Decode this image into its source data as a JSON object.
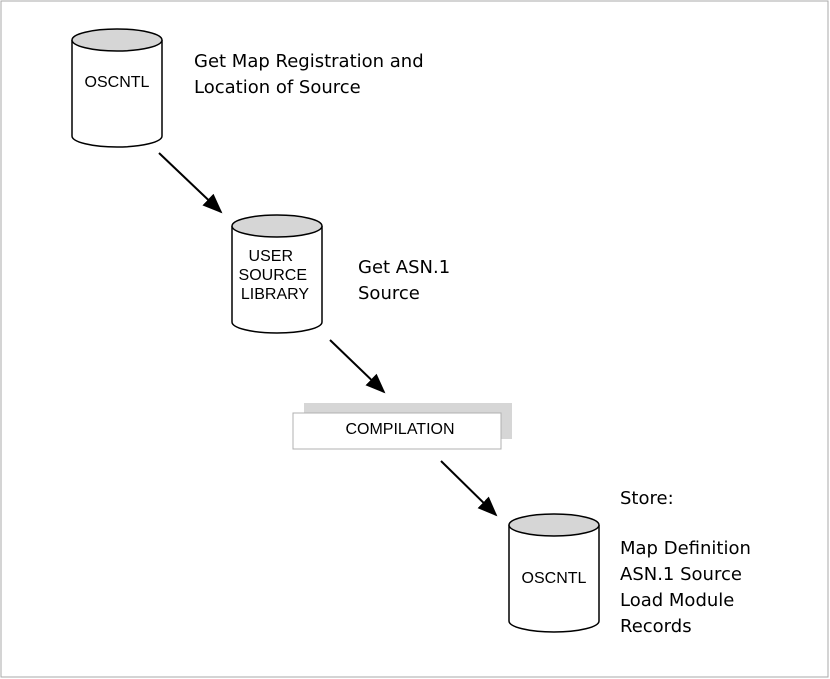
{
  "colors": {
    "frame": "#aaaaaa",
    "cylinder_top": "#d6d6d6",
    "box_shadow": "#d6d6d6",
    "stroke": "#000000",
    "arrow": "#000000"
  },
  "nodes": {
    "oscntl_source": {
      "label": "OSCNTL"
    },
    "user_source_library": {
      "label_lines": [
        "USER",
        "SOURCE",
        "LIBRARY"
      ]
    },
    "compilation": {
      "label": "COMPILATION"
    },
    "oscntl_store": {
      "label": "OSCNTL"
    }
  },
  "annotations": {
    "get_map_registration": {
      "lines": [
        "Get Map Registration and",
        "Location of Source"
      ]
    },
    "get_asn1_source": {
      "lines": [
        "Get ASN.1",
        "Source"
      ]
    },
    "store": {
      "lines": [
        "Store:",
        "",
        "Map Definition",
        "ASN.1 Source",
        "Load Module",
        "Records"
      ]
    }
  },
  "edges": [
    {
      "from": "oscntl_source",
      "to": "user_source_library"
    },
    {
      "from": "user_source_library",
      "to": "compilation"
    },
    {
      "from": "compilation",
      "to": "oscntl_store"
    }
  ]
}
